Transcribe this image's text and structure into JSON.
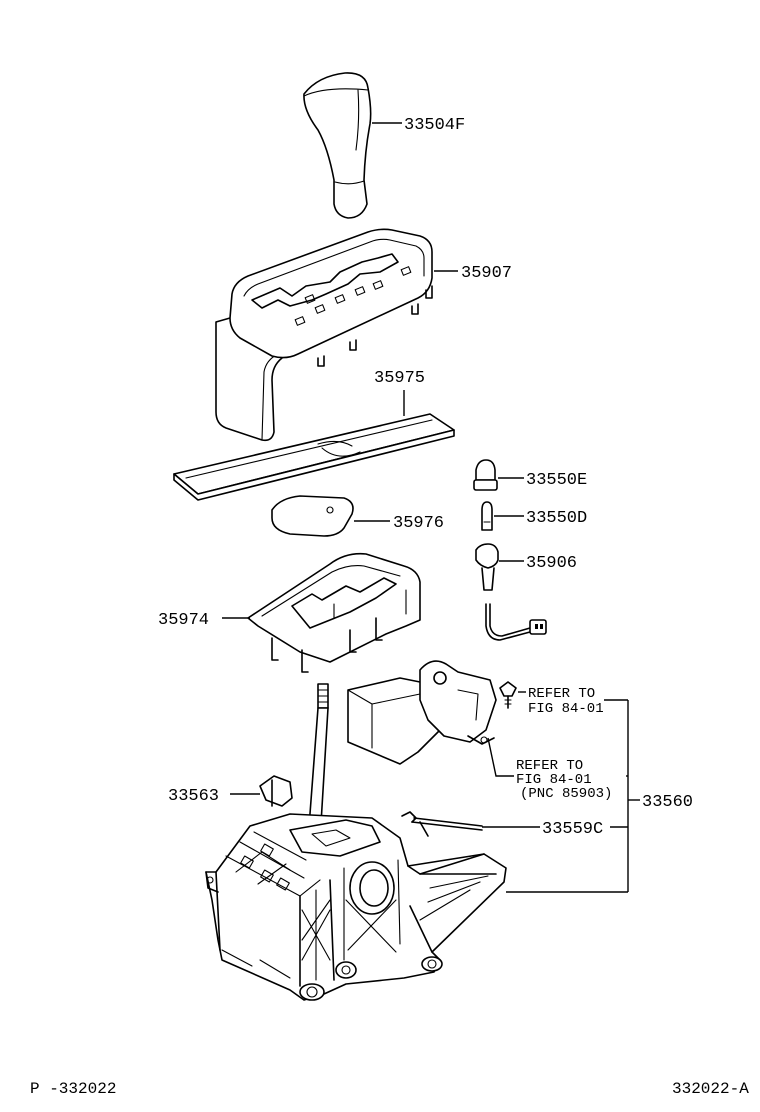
{
  "diagram": {
    "part_labels": {
      "knob": "33504F",
      "position_indicator_housing": "35907",
      "slide_cover": "35975",
      "bulb_socket_cap": "33550E",
      "bulb": "33550D",
      "socket_wire": "35906",
      "indicator_plate": "35976",
      "selector_plate": "35974",
      "lever_pin": "33563",
      "lock_rod": "33559C",
      "shift_lever_assy": "33560"
    },
    "refer_note_1": {
      "line1": "REFER TO",
      "line2": "FIG 84-01"
    },
    "refer_note_2": {
      "line1": "REFER TO",
      "line2": "FIG 84-01",
      "line3": "(PNC 85903)"
    },
    "footer": {
      "left_code": "P -332022",
      "right_code": "332022-A"
    }
  }
}
